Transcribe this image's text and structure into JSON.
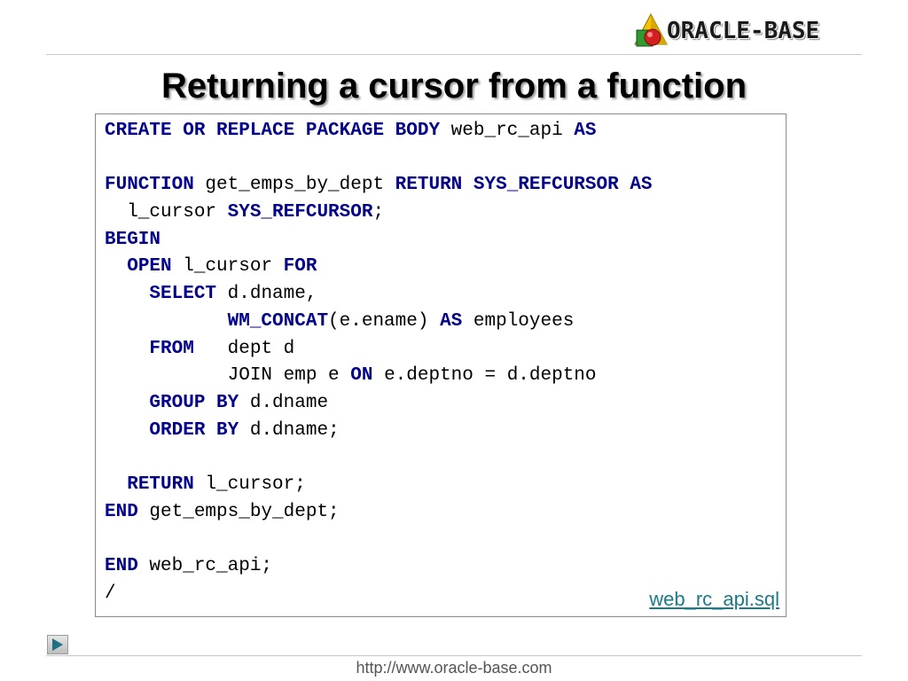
{
  "header": {
    "logo_text": "ORACLE-BASE",
    "logo_icon": "cube-sphere-logo-icon",
    "title": "Returning a cursor from a function"
  },
  "code": {
    "lines": [
      [
        {
          "t": "CREATE OR REPLACE PACKAGE BODY",
          "k": true
        },
        {
          "t": " web_rc_api "
        },
        {
          "t": "AS",
          "k": true
        }
      ],
      [],
      [
        {
          "t": "FUNCTION",
          "k": true
        },
        {
          "t": " get_emps_by_dept "
        },
        {
          "t": "RETURN SYS_REFCURSOR AS",
          "k": true
        }
      ],
      [
        {
          "t": "  l_cursor "
        },
        {
          "t": "SYS_REFCURSOR",
          "k": true
        },
        {
          "t": ";"
        }
      ],
      [
        {
          "t": "BEGIN",
          "k": true
        }
      ],
      [
        {
          "t": "  "
        },
        {
          "t": "OPEN",
          "k": true
        },
        {
          "t": " l_cursor "
        },
        {
          "t": "FOR",
          "k": true
        }
      ],
      [
        {
          "t": "    "
        },
        {
          "t": "SELECT",
          "k": true
        },
        {
          "t": " d.dname,"
        }
      ],
      [
        {
          "t": "           "
        },
        {
          "t": "WM_CONCAT",
          "k": true
        },
        {
          "t": "(e.ename) "
        },
        {
          "t": "AS",
          "k": true
        },
        {
          "t": " employees"
        }
      ],
      [
        {
          "t": "    "
        },
        {
          "t": "FROM",
          "k": true
        },
        {
          "t": "   dept d"
        }
      ],
      [
        {
          "t": "           JOIN emp e "
        },
        {
          "t": "ON",
          "k": true
        },
        {
          "t": " e.deptno = d.deptno"
        }
      ],
      [
        {
          "t": "    "
        },
        {
          "t": "GROUP BY",
          "k": true
        },
        {
          "t": " d.dname"
        }
      ],
      [
        {
          "t": "    "
        },
        {
          "t": "ORDER BY",
          "k": true
        },
        {
          "t": " d.dname;"
        }
      ],
      [],
      [
        {
          "t": "  "
        },
        {
          "t": "RETURN",
          "k": true
        },
        {
          "t": " l_cursor;"
        }
      ],
      [
        {
          "t": "END",
          "k": true
        },
        {
          "t": " get_emps_by_dept;"
        }
      ],
      [],
      [
        {
          "t": "END",
          "k": true
        },
        {
          "t": " web_rc_api;"
        }
      ],
      [
        {
          "t": "/"
        }
      ]
    ],
    "file_link": "web_rc_api.sql"
  },
  "footer": {
    "nav_icon": "play-arrow-icon",
    "url": "http://www.oracle-base.com"
  },
  "colors": {
    "keyword": "#00008b",
    "link": "#1a7a8a",
    "border": "#8a8a8a"
  }
}
